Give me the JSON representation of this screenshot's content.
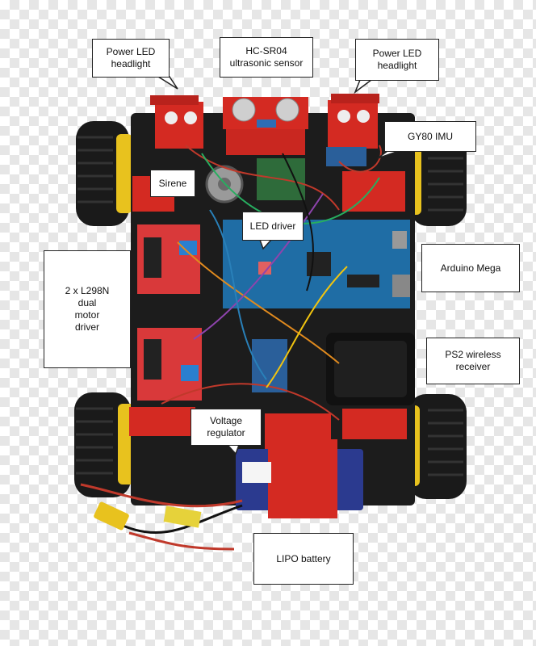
{
  "labels": {
    "left_headlight": "Power LED\nheadlight",
    "ultrasonic_sensor": "HC-SR04\nultrasonic sensor",
    "right_headlight": "Power LED\nheadlight",
    "imu": "GY80 IMU",
    "sirene": "Sirene",
    "led_driver": "LED driver",
    "motor_driver": "2 x L298N\ndual\nmotor\ndriver",
    "arduino": "Arduino Mega",
    "ps2_receiver": "PS2 wireless\nreceiver",
    "voltage_regulator": "Voltage\nregulator",
    "lipo_battery": "LIPO battery"
  },
  "colors": {
    "chassis": "#1c1c1c",
    "bracket_red": "#d42a22",
    "arduino_blue": "#1f6da5",
    "motor_driver_red": "#d9393a",
    "wheel_yellow": "#e8c21e",
    "battery_blue": "#2b3a8f"
  }
}
